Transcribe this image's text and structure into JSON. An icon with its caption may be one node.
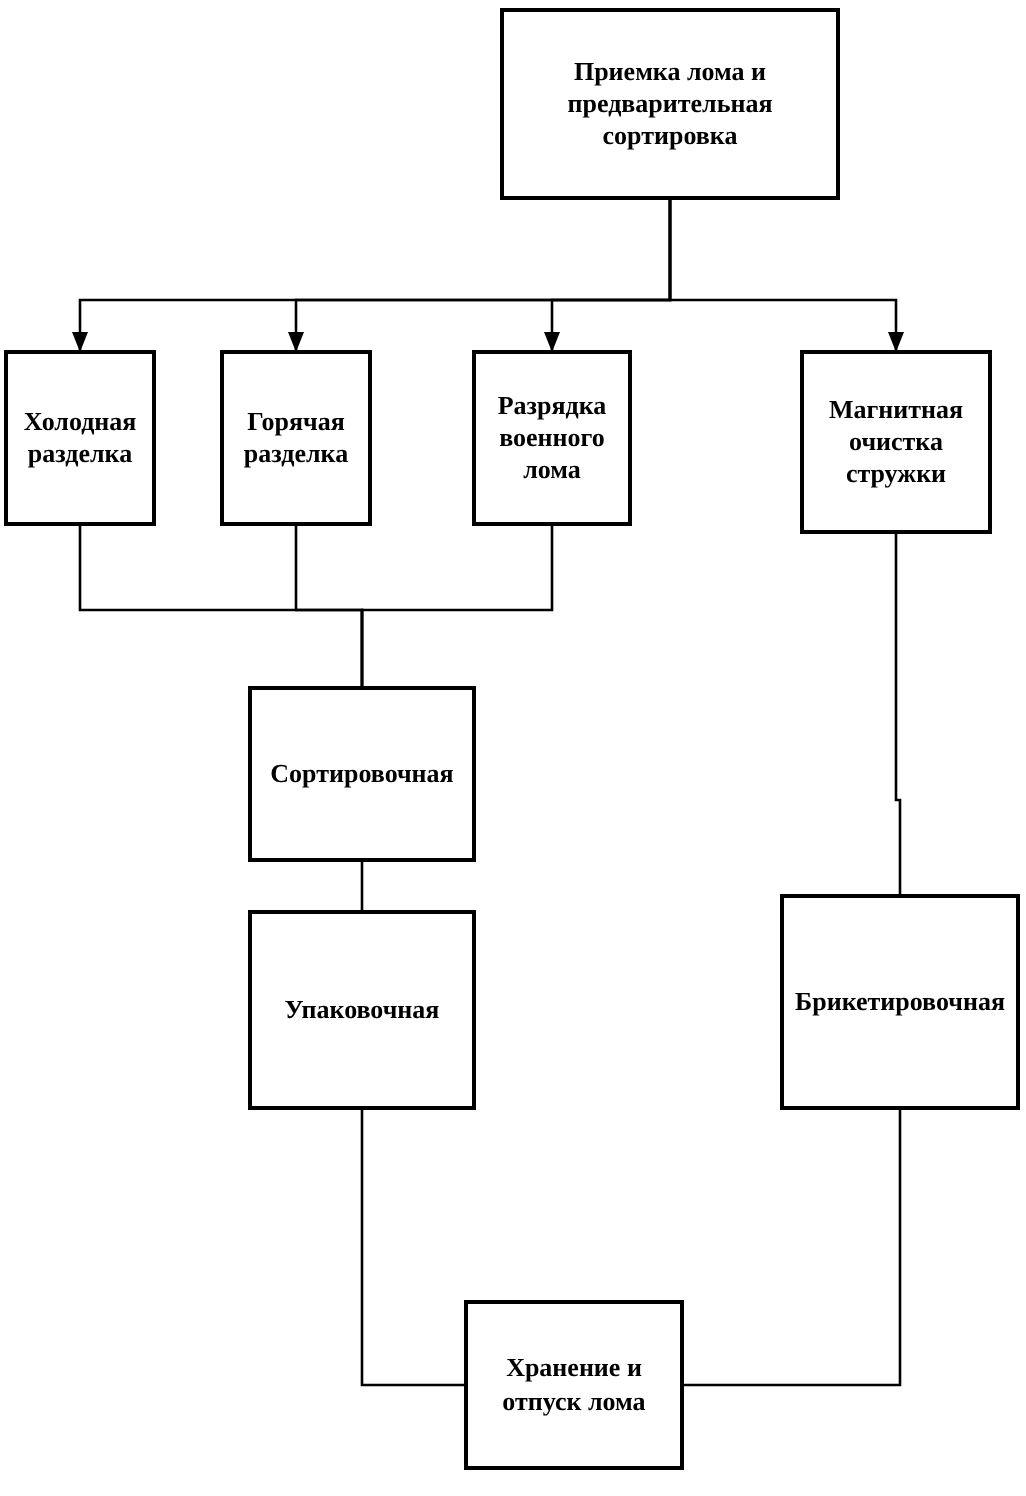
{
  "diagram": {
    "nodes": [
      {
        "text": [
          "Приемка лома и предварительная сортировка"
        ]
      },
      {
        "text": [
          "Холодная разделка"
        ]
      },
      {
        "text": [
          "Горячая разделка"
        ]
      },
      {
        "text": [
          "Разрядка военного лома"
        ]
      },
      {
        "text": [
          "Магнитная очистка стружки"
        ]
      },
      {
        "text": [
          "Сортировочная"
        ]
      },
      {
        "text": [
          "Упаковочная"
        ]
      },
      {
        "text": [
          "Брикетировочная"
        ]
      },
      {
        "text": [
          "Хранение и отпуск лома"
        ]
      }
    ],
    "edges": [
      {
        "from": 0,
        "to": 1,
        "arrow": "to"
      },
      {
        "from": 0,
        "to": 2,
        "arrow": "to"
      },
      {
        "from": 0,
        "to": 3,
        "arrow": "to"
      },
      {
        "from": 0,
        "to": 4,
        "arrow": "to"
      },
      {
        "from": 1,
        "to": 5,
        "arrow": "none"
      },
      {
        "from": 2,
        "to": 5,
        "arrow": "none"
      },
      {
        "from": 3,
        "to": 5,
        "arrow": "none"
      },
      {
        "from": 5,
        "to": 6,
        "arrow": "none"
      },
      {
        "from": 4,
        "to": 7,
        "arrow": "none"
      },
      {
        "from": 6,
        "to": 8,
        "arrow": "none"
      },
      {
        "from": 7,
        "to": 8,
        "arrow": "none"
      }
    ]
  }
}
